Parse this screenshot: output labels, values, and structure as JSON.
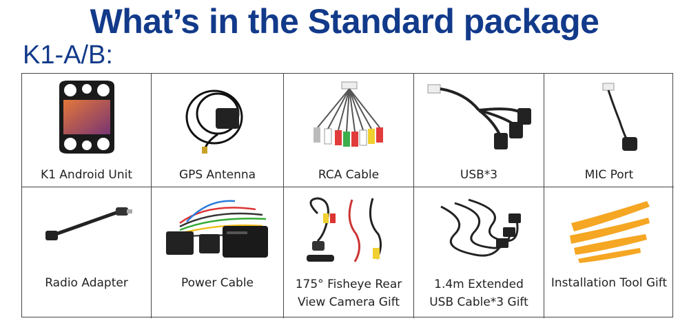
{
  "header": {
    "title": "What’s  in the Standard package",
    "subtitle": "K1-A/B:"
  },
  "items": [
    {
      "label": "K1 Android Unit",
      "icon": "android-unit-icon"
    },
    {
      "label": "GPS Antenna",
      "icon": "gps-antenna-icon"
    },
    {
      "label": "RCA Cable",
      "icon": "rca-cable-icon"
    },
    {
      "label": "USB*3",
      "icon": "usb-cable-icon"
    },
    {
      "label": "MIC Port",
      "icon": "mic-port-icon"
    },
    {
      "label": "Radio Adapter",
      "icon": "radio-adapter-icon"
    },
    {
      "label": "Power Cable",
      "icon": "power-cable-icon"
    },
    {
      "label": "175° Fisheye Rear View Camera Gift",
      "lines": [
        "175° Fisheye Rear",
        "View Camera Gift"
      ],
      "icon": "rear-camera-icon"
    },
    {
      "label": "1.4m Extended USB Cable*3 Gift",
      "lines": [
        "1.4m Extended",
        "USB Cable*3 Gift"
      ],
      "icon": "extended-usb-icon"
    },
    {
      "label": "Installation Tool Gift",
      "icon": "installation-tool-icon"
    }
  ],
  "colors": {
    "title": "#123a8a",
    "border": "#444444",
    "tools": "#f5a623"
  }
}
